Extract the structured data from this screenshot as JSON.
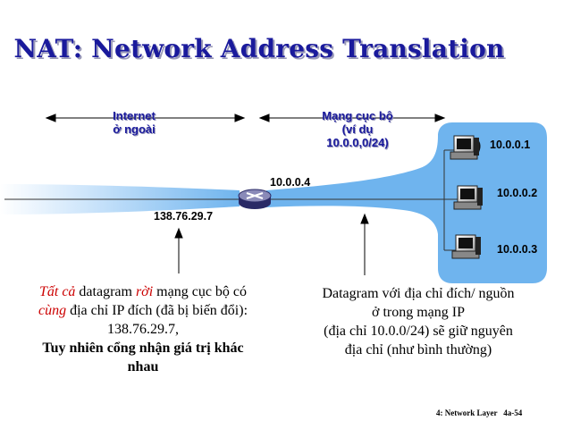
{
  "title": "NAT: Network Address Translation",
  "internet_label": [
    "Internet",
    "ở ngoài"
  ],
  "local_label": [
    "Mạng cục bộ",
    "(ví dụ",
    "10.0.0,0/24)"
  ],
  "router_inside_ip": "10.0.0.4",
  "router_outside_ip": "138.76.29.7",
  "hosts": [
    {
      "ip": "10.0.0.1"
    },
    {
      "ip": "10.0.0.2"
    },
    {
      "ip": "10.0.0.3"
    }
  ],
  "left_caption": {
    "w_all": "Tất cả",
    "t1": " datagram ",
    "w_leave": "rời",
    "t2": " mạng cục bộ có",
    "w_same": "cùng",
    "t3": " địa chỉ IP đích (đã bị biến đổi):",
    "line3": "138.76.29.7,",
    "line4": "Tuy nhiên cổng nhận giá trị khác",
    "line5": "nhau"
  },
  "right_caption": {
    "line1": "Datagram với địa chỉ đích/ nguồn",
    "line2": "ở trong mạng IP",
    "line3": "(địa chỉ 10.0.0/24) sẽ giữ nguyên",
    "line4": "địa chỉ (như bình thường)"
  },
  "footer": {
    "chapter": "4: Network Layer",
    "page": "4a-54"
  },
  "colors": {
    "title": "#1a1a9c",
    "cloud": "#6fb4ee",
    "highlight": "#cc0000"
  }
}
